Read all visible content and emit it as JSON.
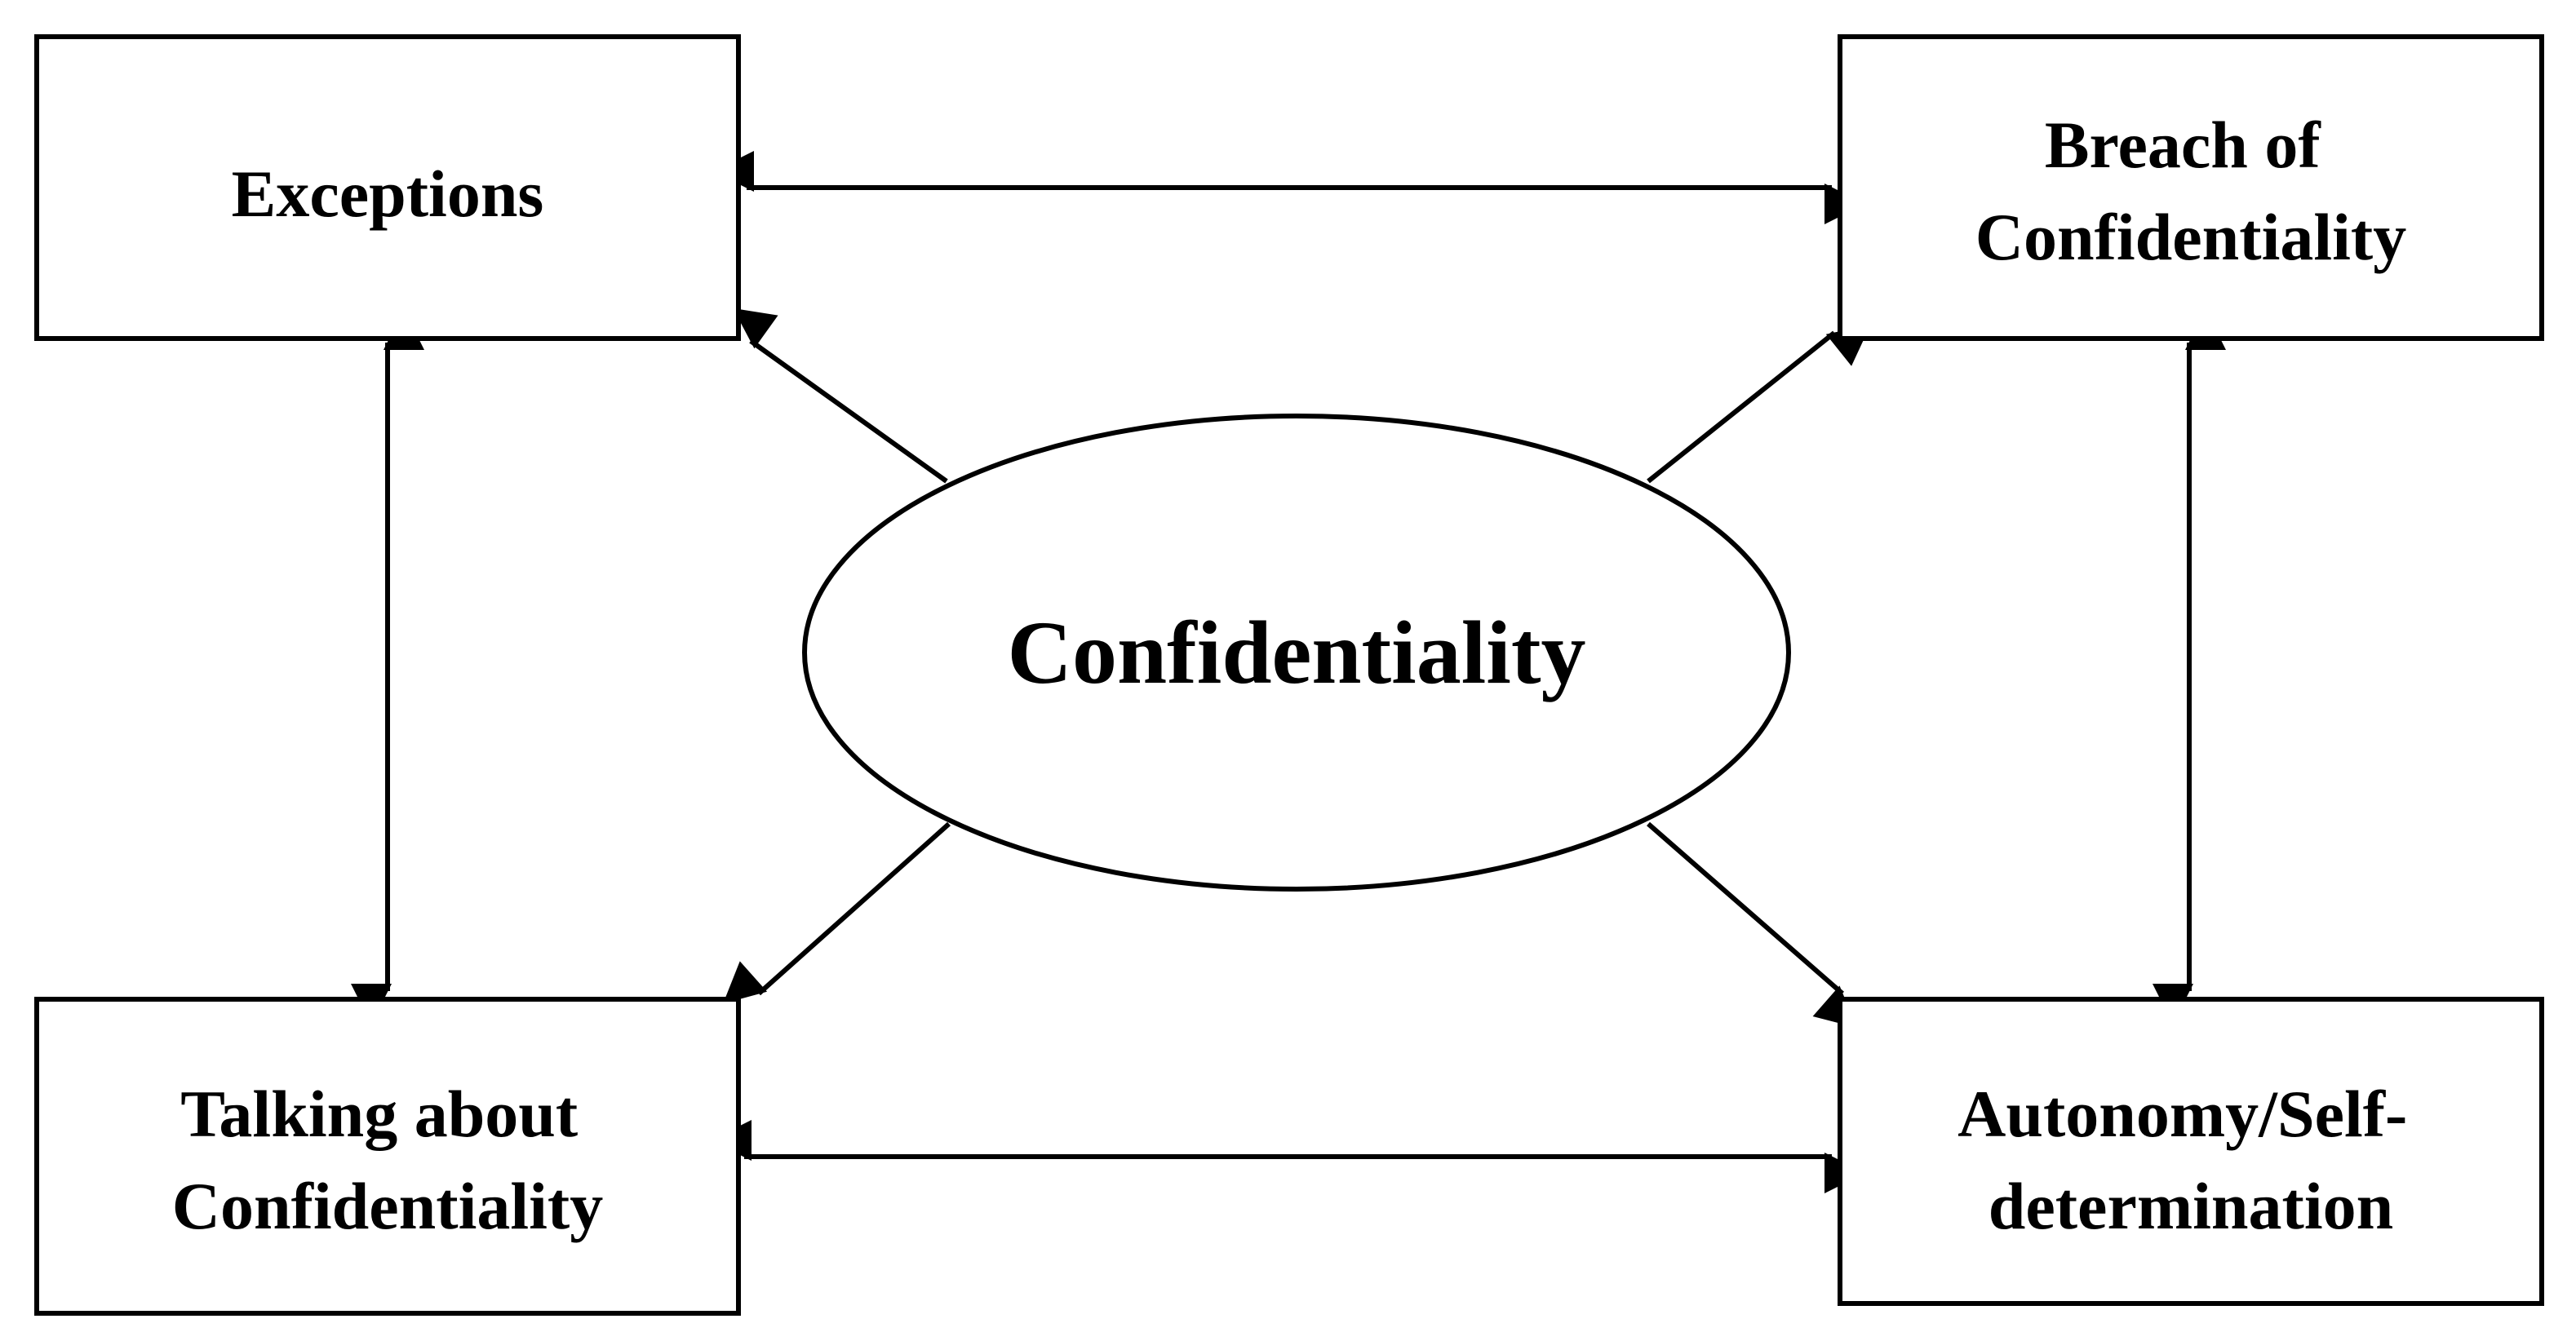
{
  "diagram": {
    "center": {
      "label": "Confidentiality"
    },
    "nodes": {
      "exceptions": {
        "lines": [
          "Exceptions"
        ]
      },
      "breach": {
        "lines": [
          "Breach of",
          "Confidentiality"
        ]
      },
      "talking": {
        "lines": [
          "Talking about",
          "Confidentiality"
        ]
      },
      "autonomy": {
        "lines": [
          "Autonomy/Self-",
          "determination"
        ]
      }
    },
    "edges": [
      {
        "from": "exceptions",
        "to": "breach",
        "direction": "both"
      },
      {
        "from": "talking",
        "to": "autonomy",
        "direction": "both"
      },
      {
        "from": "exceptions",
        "to": "talking",
        "direction": "both"
      },
      {
        "from": "breach",
        "to": "autonomy",
        "direction": "both"
      },
      {
        "from": "center",
        "to": "exceptions",
        "direction": "forward"
      },
      {
        "from": "center",
        "to": "breach",
        "direction": "forward"
      },
      {
        "from": "center",
        "to": "talking",
        "direction": "forward"
      },
      {
        "from": "center",
        "to": "autonomy",
        "direction": "forward"
      }
    ]
  }
}
